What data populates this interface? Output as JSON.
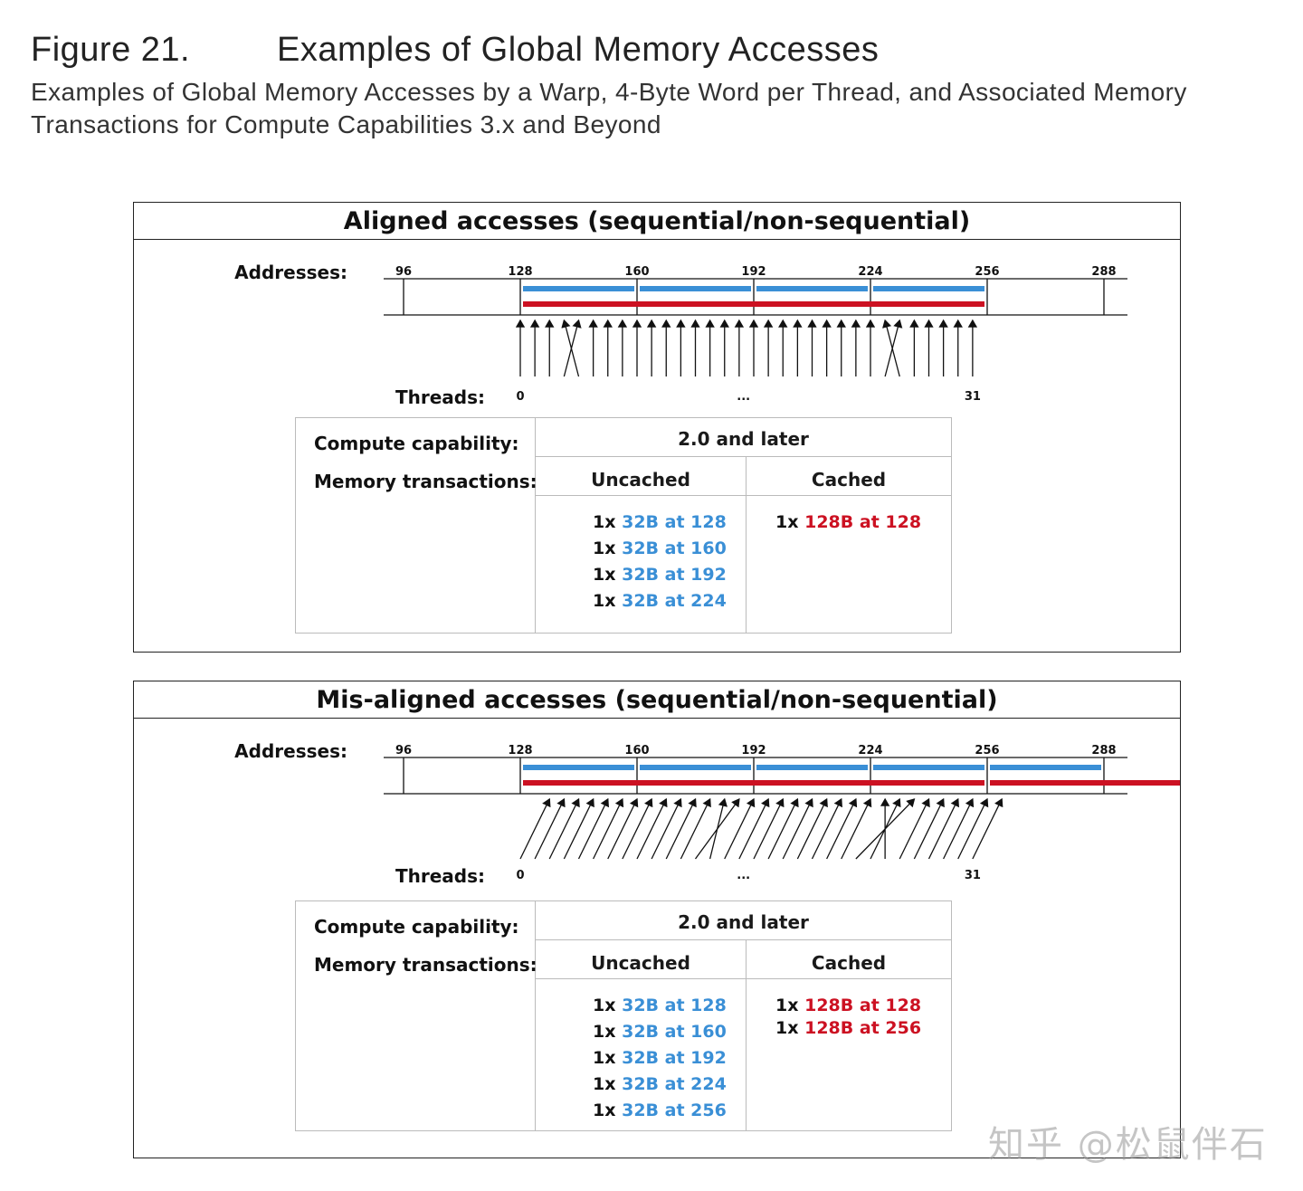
{
  "figure": {
    "number": "Figure 21.",
    "title": "Examples of Global Memory Accesses",
    "caption": "Examples of Global Memory Accesses by a Warp, 4-Byte Word per Thread, and Associated Memory Transactions for Compute Capabilities 3.x and Beyond"
  },
  "colors": {
    "uncached": "#3a8fd6",
    "cached": "#cc1122",
    "line": "#111111"
  },
  "panels": [
    {
      "title": "Aligned accesses (sequential/non-sequential)",
      "addresses_label": "Addresses:",
      "address_ticks": [
        "96",
        "128",
        "160",
        "192",
        "224",
        "256",
        "288"
      ],
      "threads_label": "Threads:",
      "thread_first": "0",
      "thread_ellipsis": "...",
      "thread_last": "31",
      "access_pattern": "aligned",
      "uncached_segments": [
        128,
        160,
        192,
        224
      ],
      "cached_segments": [
        128
      ],
      "table": {
        "compute_capability_label": "Compute capability:",
        "memory_transactions_label": "Memory transactions:",
        "capability_value": "2.0 and later",
        "uncached_header": "Uncached",
        "cached_header": "Cached",
        "uncached": [
          {
            "count": "1x",
            "desc": "32B at 128"
          },
          {
            "count": "1x",
            "desc": "32B at 160"
          },
          {
            "count": "1x",
            "desc": "32B at 192"
          },
          {
            "count": "1x",
            "desc": "32B at 224"
          }
        ],
        "cached": [
          {
            "count": "1x",
            "desc": "128B at 128"
          }
        ]
      }
    },
    {
      "title": "Mis-aligned accesses (sequential/non-sequential)",
      "addresses_label": "Addresses:",
      "address_ticks": [
        "96",
        "128",
        "160",
        "192",
        "224",
        "256",
        "288"
      ],
      "threads_label": "Threads:",
      "thread_first": "0",
      "thread_ellipsis": "...",
      "thread_last": "31",
      "access_pattern": "misaligned",
      "uncached_segments": [
        128,
        160,
        192,
        224,
        256
      ],
      "cached_segments": [
        128,
        256
      ],
      "table": {
        "compute_capability_label": "Compute capability:",
        "memory_transactions_label": "Memory transactions:",
        "capability_value": "2.0 and later",
        "uncached_header": "Uncached",
        "cached_header": "Cached",
        "uncached": [
          {
            "count": "1x",
            "desc": "32B at 128"
          },
          {
            "count": "1x",
            "desc": "32B at 160"
          },
          {
            "count": "1x",
            "desc": "32B at 192"
          },
          {
            "count": "1x",
            "desc": "32B at 224"
          },
          {
            "count": "1x",
            "desc": "32B at 256"
          }
        ],
        "cached": [
          {
            "count": "1x",
            "desc": "128B at 128"
          },
          {
            "count": "1x",
            "desc": "128B at 256"
          }
        ]
      }
    }
  ],
  "watermark": "知乎 @松鼠伴石"
}
